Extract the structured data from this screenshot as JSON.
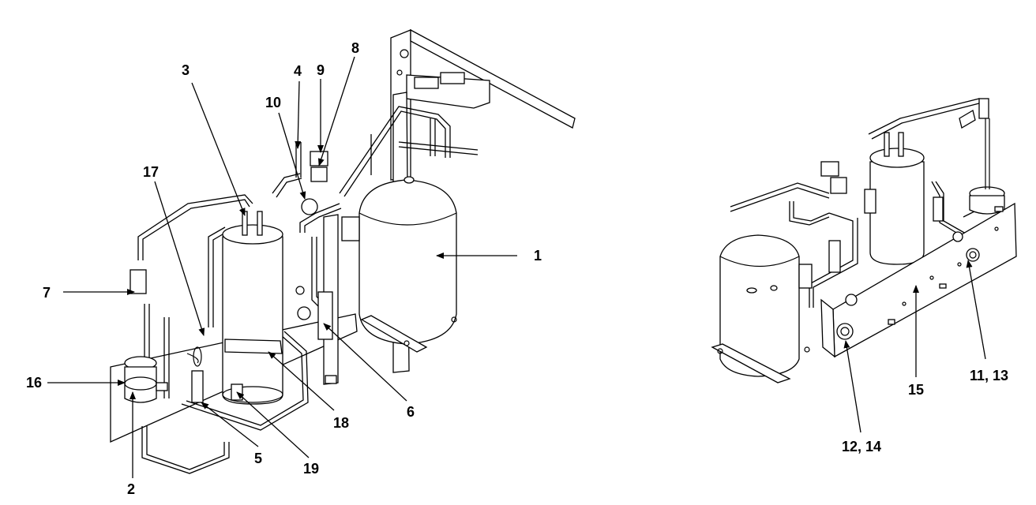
{
  "labels": {
    "l1": "1",
    "l2": "2",
    "l3": "3",
    "l4": "4",
    "l5": "5",
    "l6": "6",
    "l7": "7",
    "l8": "8",
    "l9": "9",
    "l10": "10",
    "l11_13": "11, 13",
    "l12_14": "12, 14",
    "l15": "15",
    "l16": "16",
    "l17": "17",
    "l18": "18",
    "l19": "19"
  }
}
